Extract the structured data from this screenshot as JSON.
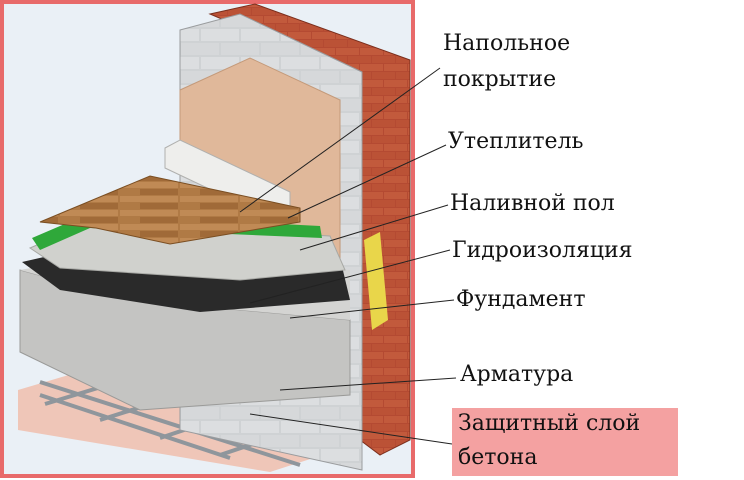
{
  "labels": {
    "floor_covering_line1": "Напольное",
    "floor_covering_line2": "покрытие",
    "insulation": "Утеплитель",
    "self_leveling_floor": "Наливной пол",
    "waterproofing": "Гидроизоляция",
    "foundation": "Фундамент",
    "rebar": "Арматура",
    "concrete_cover_line1": "Защитный слой",
    "concrete_cover_line2": "бетона"
  },
  "colors": {
    "frame": "#e86a6a",
    "sky": "#eaf0f6",
    "brick": "#b44a32",
    "block": "#d4d6d8",
    "plaster": "#e0b89a",
    "wood": "#b07a45",
    "green_insulation": "#2fa83a",
    "screed": "#cfd0cc",
    "waterproof_membrane": "#2a2a2a",
    "foundation_slab": "#c4c4c2",
    "rebar_metal": "#9aa0a6",
    "concrete_cover": "#efc6b8",
    "label_highlight": "#f4a1a1",
    "yellow_insulation": "#e9d64a"
  }
}
